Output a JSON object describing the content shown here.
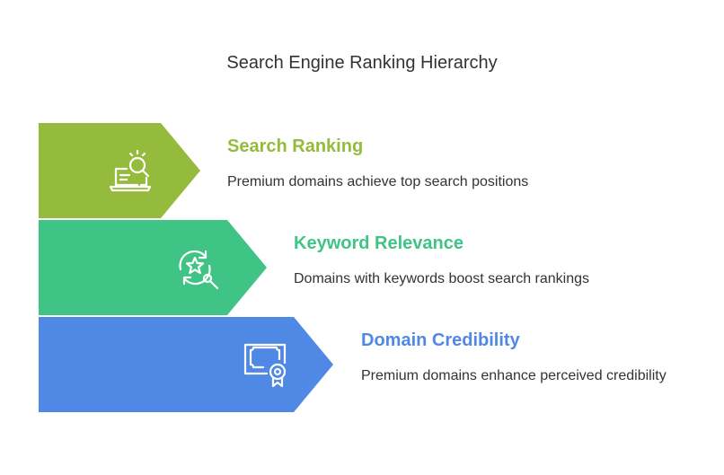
{
  "title": "Search Engine Ranking Hierarchy",
  "items": [
    {
      "heading": "Search Ranking",
      "description": "Premium domains achieve top search positions",
      "color": "#95bb3c",
      "icon": "laptop-search-icon"
    },
    {
      "heading": "Keyword Relevance",
      "description": "Domains with keywords boost search rankings",
      "color": "#40c485",
      "icon": "star-search-icon"
    },
    {
      "heading": "Domain Credibility",
      "description": "Premium domains enhance perceived credibility",
      "color": "#5088e6",
      "icon": "certificate-icon"
    }
  ]
}
